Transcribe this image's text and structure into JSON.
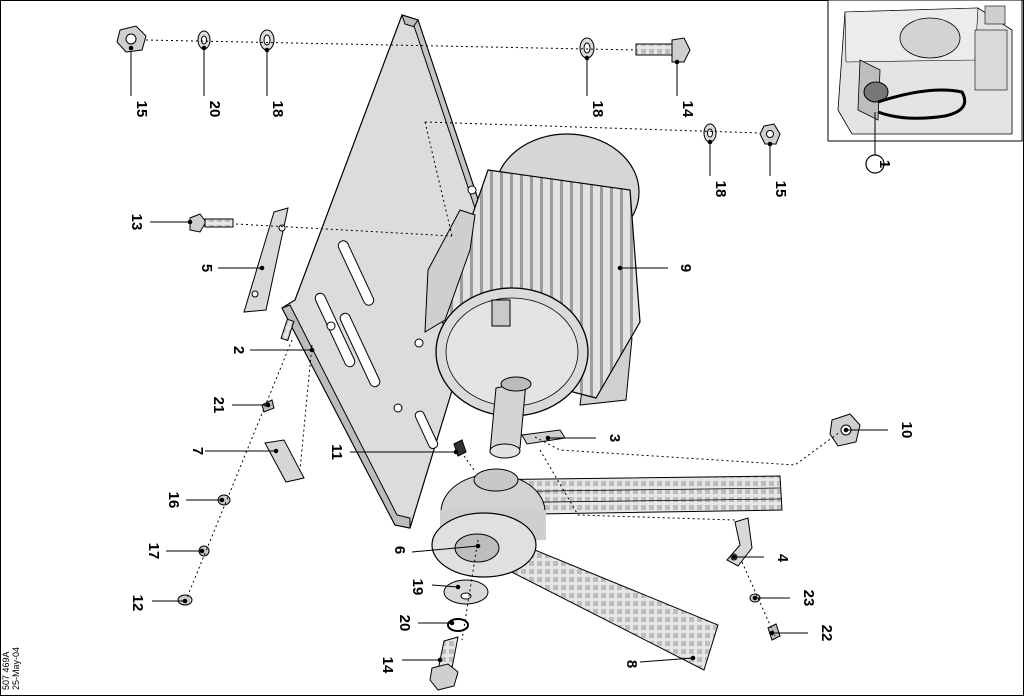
{
  "figure": {
    "date_stamp": "25-May-04",
    "drawing_number": "507 469A"
  },
  "callouts": {
    "c1": "1",
    "c2": "2",
    "c3": "3",
    "c4": "4",
    "c5": "5",
    "c6": "6",
    "c7": "7",
    "c8": "8",
    "c9": "9",
    "c10": "10",
    "c11": "11",
    "c12": "12",
    "c13": "13",
    "c14a": "14",
    "c14b": "14",
    "c15a": "15",
    "c15b": "15",
    "c16": "16",
    "c17": "17",
    "c18a": "18",
    "c18b": "18",
    "c18c": "18",
    "c19": "19",
    "c20a": "20",
    "c20b": "20",
    "c21": "21",
    "c22": "22",
    "c23": "23"
  },
  "colors": {
    "line": "#000000",
    "part_fill": "#d9d9d9",
    "part_fill_light": "#ececec",
    "part_fill_dark": "#b5b5b5"
  }
}
